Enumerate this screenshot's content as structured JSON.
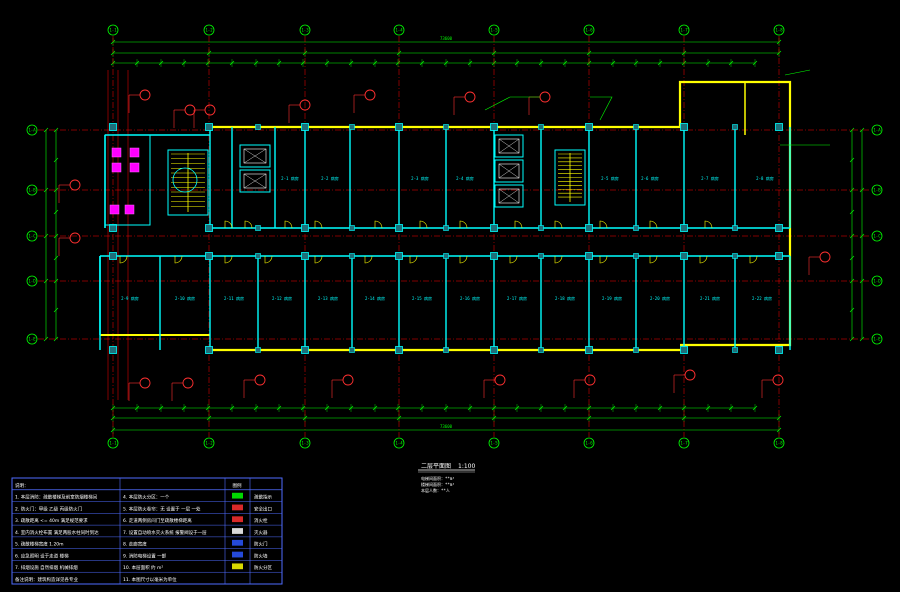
{
  "drawing": {
    "title": "二层平面图",
    "scale": "1:100",
    "sub_notes": [
      "电梯间面积：**m²",
      "楼梯间面积：**m²",
      "本层人数：**人"
    ]
  },
  "grid_axes": {
    "columns_top": [
      "1-1",
      "1-2",
      "1-3",
      "1-4",
      "1-5",
      "1-6",
      "1-7",
      "1-8"
    ],
    "columns_bottom": [
      "1-1",
      "1-2",
      "1-3",
      "1-4",
      "1-5",
      "1-6",
      "1-7",
      "1-8"
    ],
    "rows_left": [
      "1-A",
      "1-B",
      "1-C",
      "1-D",
      "1-E"
    ],
    "rows_right": [
      "1-A",
      "1-B",
      "1-C",
      "1-D",
      "1-E"
    ],
    "overall_dimension": "73600"
  },
  "rooms": {
    "north_labels": [
      "2-1 病房",
      "2-2 病房",
      "2-3 病房",
      "2-4 病房",
      "2-5 病房",
      "2-6 病房",
      "2-7 病房",
      "2-8 病房"
    ],
    "south_labels": [
      "2-9 病房",
      "2-10 病房",
      "2-11 病房",
      "2-12 病房",
      "2-13 病房",
      "2-14 病房",
      "2-15 病房",
      "2-16 病房",
      "2-17 病房",
      "2-18 病房",
      "2-19 病房",
      "2-20 病房",
      "2-21 病房",
      "2-22 病房"
    ]
  },
  "legend_table": {
    "header": [
      "说明：",
      "",
      "图例"
    ],
    "rows": [
      [
        "1. 本层消防：疏散楼梯及前室防烟楼梯间",
        "4. 本层防火分区：一个",
        "",
        "疏散指示"
      ],
      [
        "2. 防火门：甲级 乙级 丙级防火门",
        "5. 本层防火卷帘：无 设置于 一层 一处",
        "",
        "安全出口"
      ],
      [
        "3. 疏散距离 <= 40m 满足规范要求",
        "6. 走道两侧房间门至疏散楼梯距离",
        "",
        "消火栓"
      ],
      [
        "4. 室内消火栓布置 满足两股水柱同时到达",
        "7. 设置自动喷水灭火系统 报警阀设于一层",
        "",
        "灭火器"
      ],
      [
        "5. 疏散楼梯宽度 1.20m",
        "8. 走廊宽度",
        "",
        "防火门"
      ],
      [
        "6. 应急照明 设于走道 楼梯",
        "9. 消防电梯设置 一部",
        "",
        "防火墙"
      ],
      [
        "7. 排烟设施 自然排烟 机械排烟",
        "10. 本层面积 约 m²",
        "",
        "防火分区"
      ],
      [
        "备注说明：建筑构造详见各专业",
        "11. 本图尺寸以毫米为单位",
        "",
        ""
      ]
    ]
  },
  "colors": {
    "background": "#000000",
    "wall": "#00ffff",
    "exterior_wall": "#ffff00",
    "dimension": "#00ff00",
    "axis_line": "#ff0000",
    "stair": "#ffff00",
    "table_border": "#4f6cff"
  }
}
